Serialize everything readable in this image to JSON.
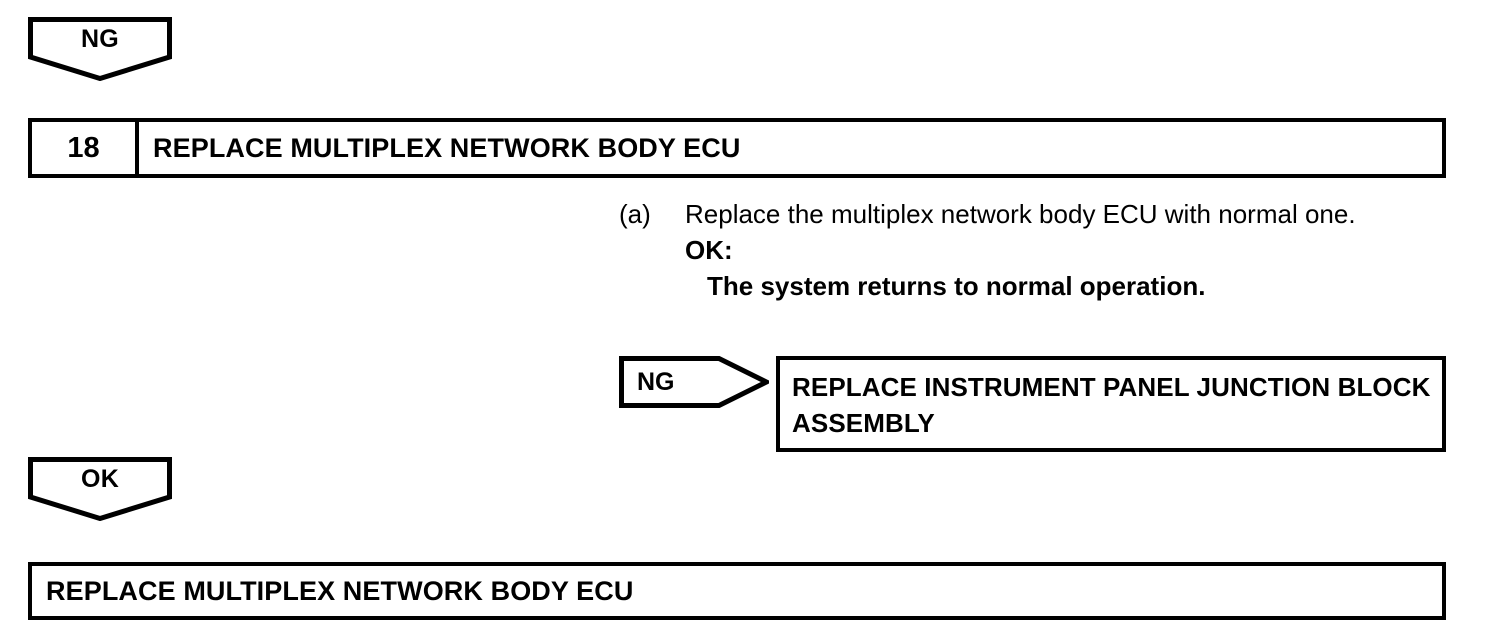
{
  "document": {
    "type": "troubleshooting-flowchart"
  },
  "markers": {
    "ng_top": {
      "label": "NG",
      "icon": "pentagon-down-icon"
    },
    "ng_branch": {
      "label": "NG",
      "icon": "arrow-right-icon"
    },
    "ok_bottom": {
      "label": "OK",
      "icon": "pentagon-down-icon"
    }
  },
  "step": {
    "number": "18",
    "title": "REPLACE MULTIPLEX NETWORK BODY ECU"
  },
  "procedure": {
    "marker": "(a)",
    "text": "Replace the multiplex network body ECU with normal one.",
    "result_label": "OK:",
    "result_text": "The system returns to normal operation."
  },
  "branch_box": {
    "text": "REPLACE INSTRUMENT PANEL JUNCTION BLOCK ASSEMBLY"
  },
  "final_box": {
    "text": "REPLACE MULTIPLEX NETWORK BODY ECU"
  },
  "colors": {
    "ink": "#000000",
    "paper": "#ffffff"
  }
}
